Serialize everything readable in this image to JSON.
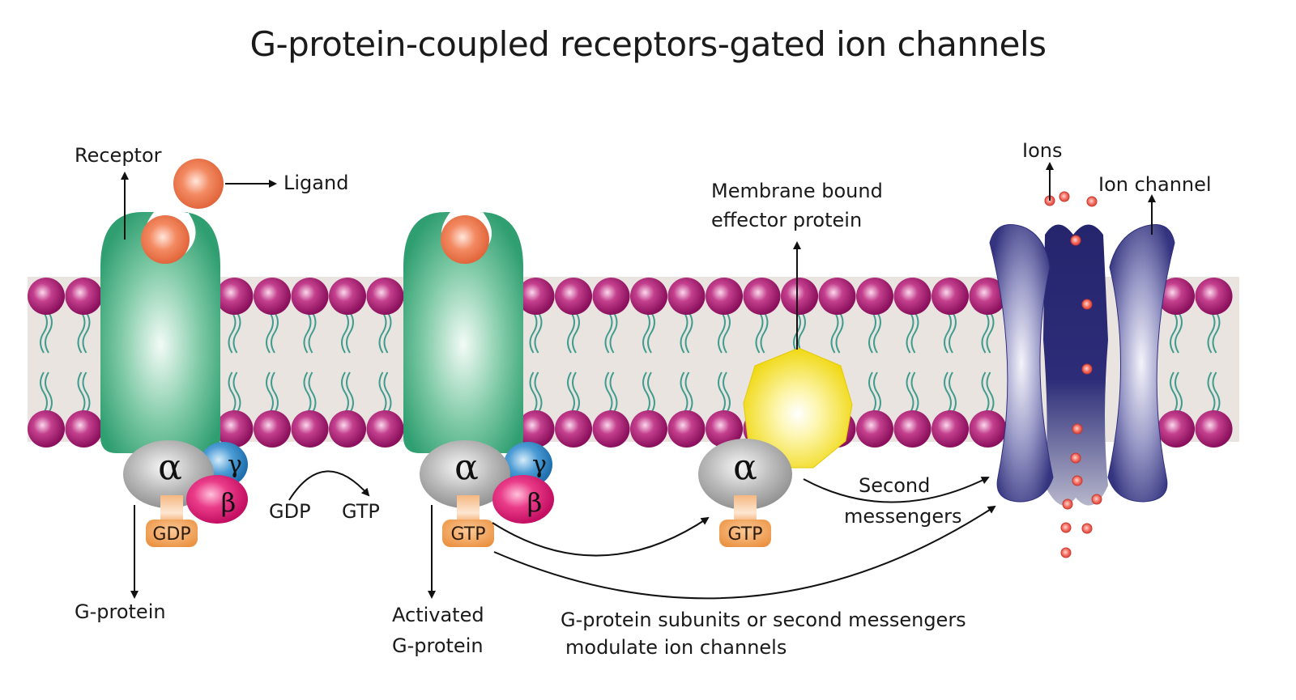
{
  "title": "G-protein-coupled receptors-gated ion channels",
  "labels": {
    "receptor": "Receptor",
    "ligand": "Ligand",
    "g_protein": "G-protein",
    "gdp_to_gtp_from": "GDP",
    "gdp_to_gtp_to": "GTP",
    "activated_line1": "Activated",
    "activated_line2": "G-protein",
    "effector_line1": "Membrane bound",
    "effector_line2": "effector protein",
    "second_line1": "Second",
    "second_line2": "messengers",
    "modulate_line1": "G-protein subunits or second messengers",
    "modulate_line2": "modulate ion channels",
    "ions": "Ions",
    "ion_channel": "Ion channel"
  },
  "subunits": {
    "alpha": "α",
    "beta": "β",
    "gamma": "γ",
    "gdp_badge": "GDP",
    "gtp_badge_1": "GTP",
    "gtp_badge_2": "GTP"
  },
  "colors": {
    "membrane_bg": "#e9e4df",
    "phospholipid_head": "#a3196e",
    "tail": "#3f9c8f",
    "receptor": "#3fae82",
    "ligand": "#ee7a50",
    "alpha": "#9a9a9a",
    "beta": "#e01a7a",
    "gamma": "#2f86c6",
    "nucleotide": "#ef9a4a",
    "effector": "#f1db12",
    "channel": "#2f2f7e",
    "ion": "#e5554a"
  }
}
